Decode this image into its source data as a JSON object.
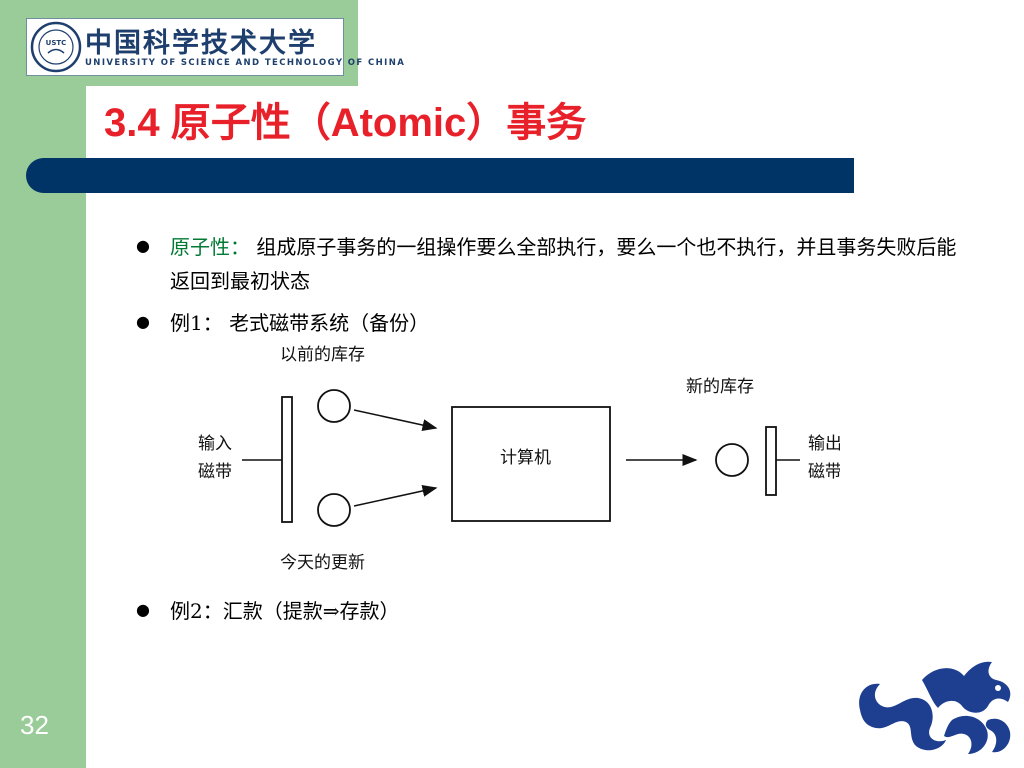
{
  "header": {
    "logo_title": "中国科学技术大学",
    "logo_subtitle": "UNIVERSITY OF SCIENCE AND TECHNOLOGY OF CHINA",
    "seal_text": "USTC"
  },
  "slide": {
    "title": "3.4  原子性（Atomic）事务",
    "page_number": "32"
  },
  "bullets": {
    "b1_term": "原子性：",
    "b1_text": " 组成原子事务的一组操作要么全部执行，要么一个也不执行，并且事务失败后能返回到最初状态",
    "b2_text": "例1：  老式磁带系统（备份）",
    "b3_text": "例2：汇款（提款⇒存款）"
  },
  "diagram": {
    "label_prev_inventory": "以前的库存",
    "label_new_inventory": "新的库存",
    "label_input_tape_1": "输入",
    "label_input_tape_2": "磁带",
    "label_computer": "计算机",
    "label_output_tape_1": "输出",
    "label_output_tape_2": "磁带",
    "label_today_updates": "今天的更新"
  },
  "colors": {
    "band": "#99cc99",
    "title_bar": "#003366",
    "title": "#e8202a",
    "term": "#007a33",
    "logo_blue": "#1e3f6e"
  }
}
